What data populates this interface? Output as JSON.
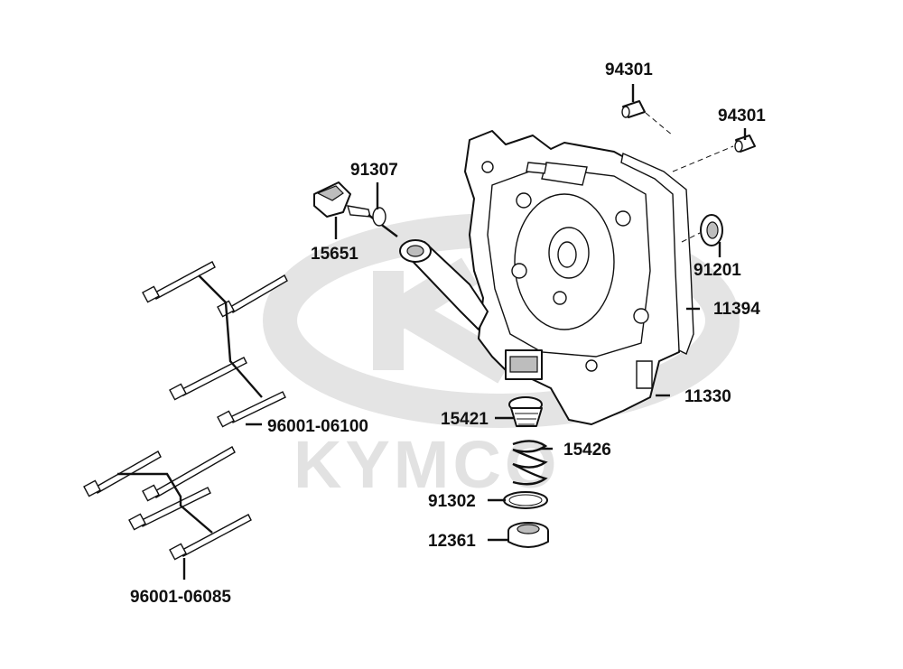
{
  "watermark": {
    "brand": "KYMCO"
  },
  "callouts": {
    "p94301_a": "94301",
    "p94301_b": "94301",
    "p91307": "91307",
    "p15651": "15651",
    "p91201": "91201",
    "p11394": "11394",
    "p11330": "11330",
    "p15421": "15421",
    "p15426": "15426",
    "p91302": "91302",
    "p12361": "12361",
    "p96001_06100": "96001-06100",
    "p96001_06085": "96001-06085"
  },
  "colors": {
    "line": "#111111",
    "watermark": "#e2e2e2",
    "shade": "#bdbdbd"
  }
}
